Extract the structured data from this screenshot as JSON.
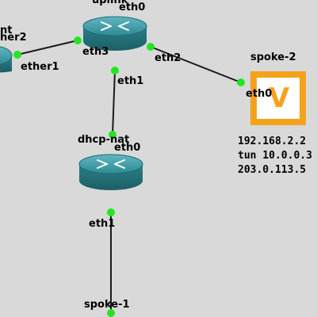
{
  "nodes": {
    "left_partial": {
      "name": "nt",
      "iface": "her2",
      "icon": "router-icon"
    },
    "uplink": {
      "name": "uplink",
      "iface_top": "eth0",
      "iface_left": "eth3",
      "iface_right": "eth2",
      "iface_bottom": "eth1",
      "icon": "router-icon"
    },
    "dhcp_nat": {
      "name": "dhcp-nat",
      "iface_top": "eth0",
      "iface_bottom": "eth1",
      "icon": "router-icon"
    },
    "spoke2": {
      "name": "spoke-2",
      "iface": "eth0",
      "icon": "vpn-appliance-icon",
      "info": [
        "192.168.2.2",
        "tun 10.0.0.3",
        "203.0.113.5"
      ]
    },
    "spoke1": {
      "name": "spoke-1"
    }
  },
  "links": {
    "left_iface": "ether1"
  },
  "colors": {
    "background": "#d9d9d9",
    "router": "#2f8a94",
    "router_dark": "#1f6b74",
    "link": "#1a1a1a",
    "port_dot": "#22e622",
    "vpn_orange": "#f5a21b"
  }
}
